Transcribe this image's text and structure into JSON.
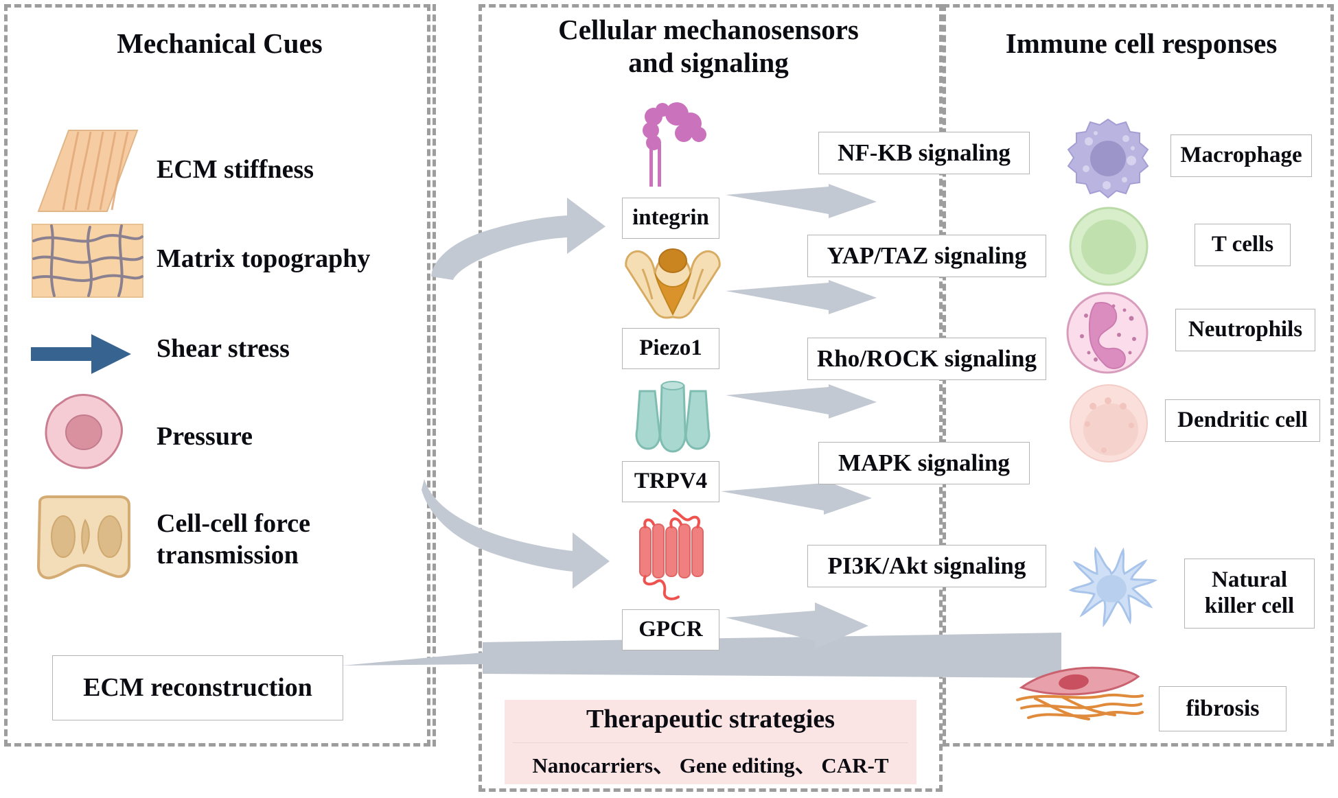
{
  "figure": {
    "type": "diagram",
    "subject": "Mechanotransduction in immune cells"
  },
  "columns": {
    "left": {
      "heading": "Mechanical Cues"
    },
    "middle": {
      "heading_line1": "Cellular mechanosensors",
      "heading_line2": "and signaling"
    },
    "right": {
      "heading": "Immune cell responses"
    }
  },
  "mechanical_cues": [
    {
      "label": "ECM stiffness",
      "icon": "ecm-fiber-sheet-icon"
    },
    {
      "label": "Matrix topography",
      "icon": "matrix-fiber-patch-icon"
    },
    {
      "label": "Shear stress",
      "icon": "blue-arrow-icon"
    },
    {
      "label": "Pressure",
      "icon": "pink-cell-icon"
    },
    {
      "label_line1": "Cell-cell force",
      "label_line2": "transmission",
      "icon": "two-cell-junction-icon"
    }
  ],
  "ecm_reconstruction": {
    "label": "ECM reconstruction"
  },
  "mechanosensors": [
    {
      "label": "integrin",
      "icon": "integrin-icon"
    },
    {
      "label": "Piezo1",
      "icon": "piezo1-icon"
    },
    {
      "label": "TRPV4",
      "icon": "trpv4-icon"
    },
    {
      "label": "GPCR",
      "icon": "gpcr-icon"
    }
  ],
  "signaling_pathways": [
    {
      "label": "NF-KB signaling"
    },
    {
      "label": "YAP/TAZ signaling"
    },
    {
      "label": "Rho/ROCK signaling"
    },
    {
      "label": "MAPK signaling"
    },
    {
      "label": "PI3K/Akt signaling"
    }
  ],
  "immune_cells": [
    {
      "label": "Macrophage",
      "icon": "macrophage-cell-icon"
    },
    {
      "label": "T cells",
      "icon": "t-cell-icon"
    },
    {
      "label": "Neutrophils",
      "icon": "neutrophil-cell-icon"
    },
    {
      "label": "Dendritic cell",
      "icon": "dendritic-cell-icon"
    },
    {
      "label_line1": "Natural",
      "label_line2": "killer cell",
      "icon": "natural-killer-cell-icon"
    },
    {
      "label": "fibrosis",
      "icon": "fibrosis-icon"
    }
  ],
  "therapeutic_strategies": {
    "title": "Therapeutic strategies",
    "items": "Nanocarriers、 Gene editing、 CAR-T"
  },
  "colors": {
    "panel_border": "#9d9d9d",
    "arrow_gray": "#c3c9d2",
    "shear_arrow_blue": "#36638f",
    "ecm_tan": "#f5cfa6",
    "matrix_fiber": "#8a8090",
    "pressure_pink": "#f4c6ce",
    "pressure_nucleus": "#cf8797",
    "cell_junction_tan": "#f2dcb8",
    "integrin_magenta": "#c museum",
    "integrin_color": "#cb72bd",
    "piezo_tan": "#f2dcb0",
    "piezo_dark": "#c8852a",
    "trpv4_teal": "#a8d8cf",
    "gpcr_red": "#f08080",
    "macrophage_purple": "#b6b0dd",
    "tcell_green": "#cde8c4",
    "neutrophil_pink": "#f6d2e2",
    "dendritic_pink": "#f8dcd8",
    "nk_blue": "#c5d8f2",
    "fibrosis_pink": "#e0959f",
    "fibrosis_fiber": "#e08a3c",
    "therapy_bg": "#fae4e4",
    "text": "#0b0b12"
  }
}
